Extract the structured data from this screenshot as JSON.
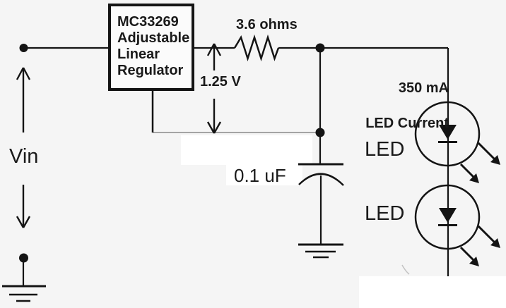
{
  "colors": {
    "background": "#f5f5f5",
    "wire": "#141414",
    "adj_wire": "#8a8a8a",
    "patch": "#ffffff",
    "box_fill": "#fbfbfb"
  },
  "regulator": {
    "label": "MC33269\nAdjustable\nLinear\nRegulator"
  },
  "resistor": {
    "value": "3.6 ohms"
  },
  "reference_voltage": {
    "value": "1.25 V"
  },
  "capacitor": {
    "value": "0.1 uF"
  },
  "led_current": {
    "value": "350 mA",
    "caption": "LED Current"
  },
  "input_voltage": {
    "label": "Vin"
  },
  "led1": {
    "label": "LED"
  },
  "led2": {
    "label": "LED"
  }
}
